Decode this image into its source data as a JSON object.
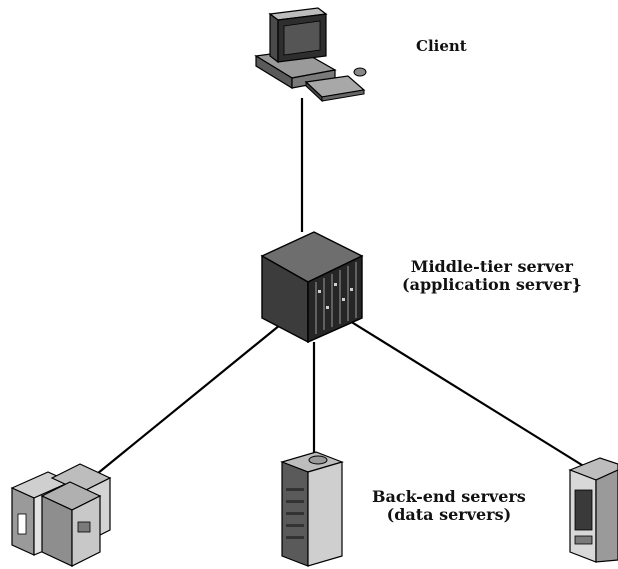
{
  "nodes": {
    "client": {
      "label": "Client"
    },
    "middle_tier": {
      "label_line1": "Middle-tier server",
      "label_line2": "(application server}"
    },
    "back_end": {
      "label_line1": "Back-end servers",
      "label_line2": "(data servers)"
    }
  },
  "connections": [
    {
      "from": "client",
      "to": "middle_tier"
    },
    {
      "from": "middle_tier",
      "to": "mainframe"
    },
    {
      "from": "middle_tier",
      "to": "tower-server"
    },
    {
      "from": "middle_tier",
      "to": "cabinet-server"
    }
  ],
  "colors": {
    "line": "#000000",
    "device_dark": "#3a3a3a",
    "device_mid": "#8c8c8c",
    "device_light": "#d0d0d0"
  }
}
